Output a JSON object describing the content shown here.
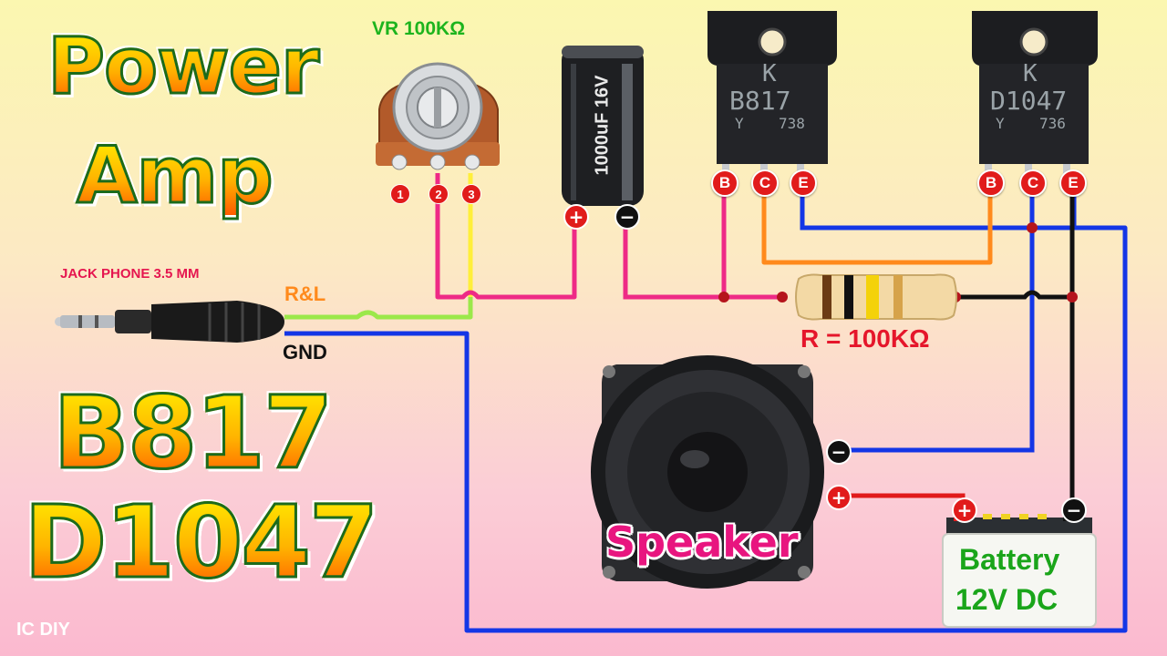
{
  "title": {
    "line1": "Power",
    "line2": "Amp"
  },
  "models": {
    "line1": "B817",
    "line2": "D1047"
  },
  "labels": {
    "vr": "VR 100KΩ",
    "jack": "JACK PHONE 3.5 MM",
    "rl": "R&L",
    "gnd": "GND",
    "resistor": "R = 100KΩ",
    "speaker": "Speaker",
    "battery_line1": "Battery",
    "battery_line2": "12V DC",
    "footer": "IC DIY"
  },
  "potentiometer_pins": [
    "1",
    "2",
    "3"
  ],
  "capacitor": {
    "marking": "1000uF 16V",
    "plus": "+",
    "minus": "−"
  },
  "transistor1": {
    "brand": "K",
    "part": "B817",
    "code": "Y",
    "lot": "738",
    "pins": [
      "B",
      "C",
      "E"
    ]
  },
  "transistor2": {
    "brand": "K",
    "part": "D1047",
    "code": "Y",
    "lot": "736",
    "pins": [
      "B",
      "C",
      "E"
    ]
  },
  "terminals": {
    "plus": "+",
    "minus": "−"
  },
  "wire_colors": {
    "signal": "#ee2a86",
    "audio": "#9be84a",
    "ground": "#1436e6",
    "bias": "#ff8a1c",
    "power": "#111111",
    "positive": "#e11b1b",
    "pot_wiper": "#ffef3a"
  }
}
